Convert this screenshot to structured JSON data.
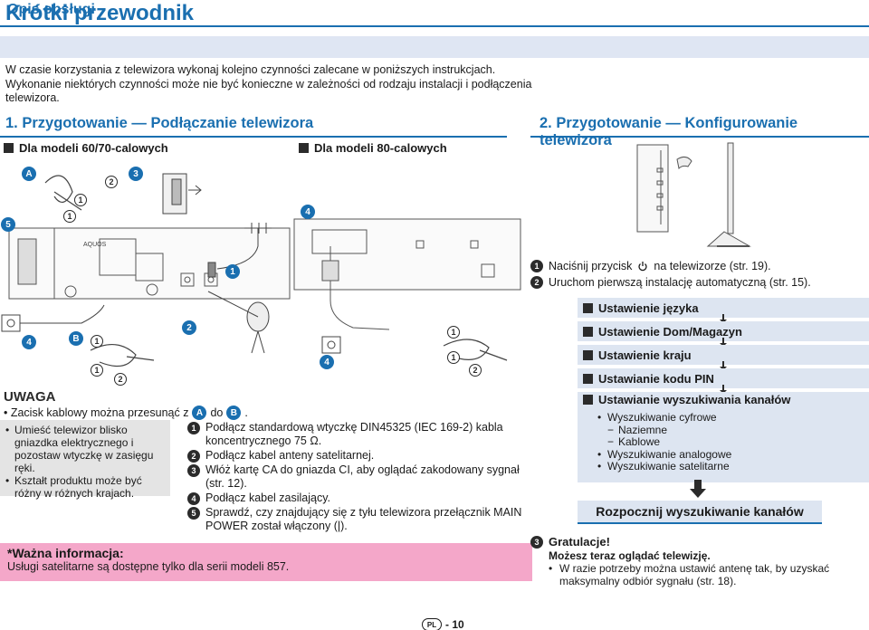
{
  "title": "Krótki przewodnik",
  "subtitle": "Opis obsługi",
  "intro": "W czasie korzystania z telewizora wykonaj kolejno czynności zalecane w poniższych instrukcjach. Wykonanie niektórych czynności może nie być konieczne w zależności od rodzaju instalacji i podłączenia telewizora.",
  "section1": {
    "heading": "1. Przygotowanie — Podłączanie telewizora",
    "model_a": "Dla modeli 60/70-calowych",
    "model_b": "Dla modeli 80-calowych"
  },
  "section2": {
    "heading": "2. Przygotowanie — Konfigurowanie telewizora"
  },
  "markers": {
    "A": "A",
    "B": "B",
    "n1": "1",
    "n2": "2",
    "n3": "3",
    "n4": "4",
    "n5": "5"
  },
  "diagram": {
    "tv_brand": "AQUOS"
  },
  "uwaga": {
    "title": "UWAGA",
    "text_pre": "• Zacisk kablowy można przesunąć z",
    "text_mid": "do",
    "text_post": "."
  },
  "grey_notes": [
    "Umieść telewizor blisko gniazdka elektrycznego i pozostaw wtyczkę w zasięgu ręki.",
    "Kształt produktu może być różny w różnych krajach."
  ],
  "steps": [
    "Podłącz standardową wtyczkę DIN45325 (IEC 169-2) kabla koncentrycznego 75 Ω.",
    "Podłącz kabel anteny satelitarnej.",
    "Włóż kartę CA do gniazda CI, aby oglądać zakodowany sygnał (str. 12).",
    "Podłącz kabel zasilający.",
    "Sprawdź, czy znajdujący się z tyłu telewizora przełącznik MAIN POWER został włączony (|)."
  ],
  "important": {
    "title": "*Ważna informacja:",
    "text": "Usługi satelitarne są dostępne tylko dla serii modeli 857."
  },
  "setup_steps": {
    "step1_pre": "Naciśnij przycisk",
    "step1_post": "na telewizorze (str. 19).",
    "step2": "Uruchom pierwszą instalację automatyczną (str. 15)."
  },
  "flow": [
    "Ustawienie języka",
    "Ustawienie Dom/Magazyn",
    "Ustawienie kraju",
    "Ustawianie kodu PIN",
    "Ustawianie wyszukiwania kanałów"
  ],
  "scan_options": [
    {
      "text": "Wyszukiwanie cyfrowe",
      "kind": "bul"
    },
    {
      "text": "Naziemne",
      "kind": "dash"
    },
    {
      "text": "Kablowe",
      "kind": "dash"
    },
    {
      "text": "Wyszukiwanie analogowe",
      "kind": "bul"
    },
    {
      "text": "Wyszukiwanie satelitarne",
      "kind": "bul"
    }
  ],
  "start_button": "Rozpocznij wyszukiwanie kanałów",
  "finish": {
    "title": "Gratulacje!",
    "subtitle": "Możesz teraz oglądać telewizję.",
    "note": "W razie potrzeby można ustawić antenę tak, by uzyskać maksymalny odbiór sygnału (str. 18)."
  },
  "footer": {
    "lang": "PL",
    "page": "- 10"
  },
  "colors": {
    "accent": "#1a6fb0",
    "light_blue": "#dde5f1",
    "pink": "#f4a7c9",
    "grey": "#e4e4e4"
  }
}
